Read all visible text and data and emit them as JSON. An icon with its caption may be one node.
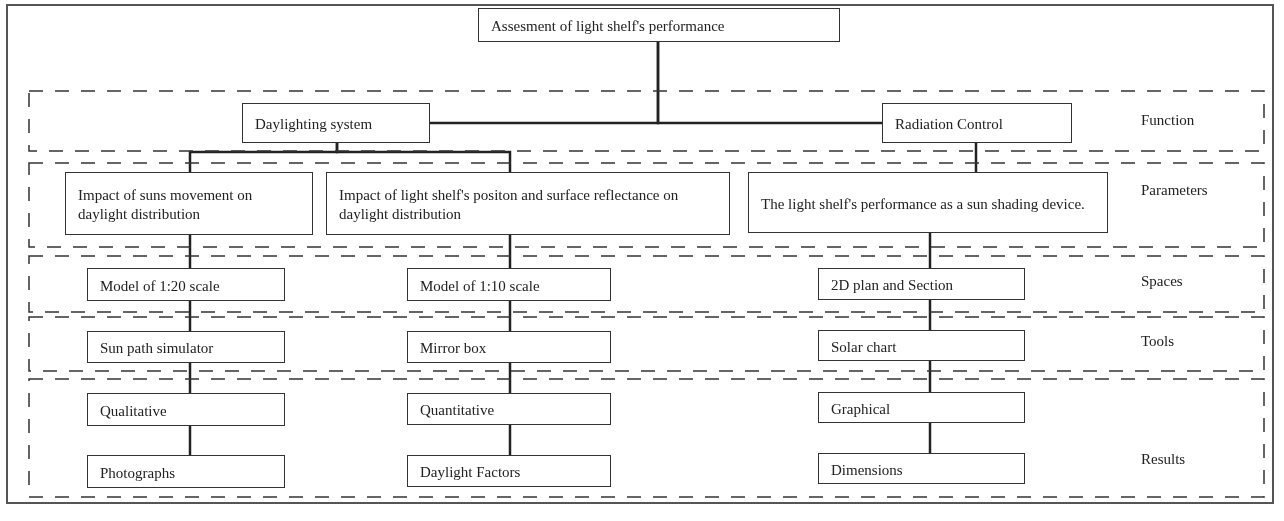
{
  "diagram": {
    "nodes": [
      {
        "text": [
          "Assesment of light shelf's performance"
        ]
      },
      {
        "text": [
          "Function"
        ]
      },
      {
        "text": [
          "Daylighting system"
        ],
        "in": 1
      },
      {
        "text": [
          "Radiation Control"
        ],
        "in": 1
      },
      {
        "text": [
          "Parameters"
        ]
      },
      {
        "text": [
          "Impact of suns movement on daylight distribution"
        ],
        "in": 4
      },
      {
        "text": [
          "Impact of light shelf's positon and surface reflectance on daylight distribution"
        ],
        "in": 4
      },
      {
        "text": [
          "The light shelf's performance as a sun shading device."
        ],
        "in": 4
      },
      {
        "text": [
          "Spaces"
        ]
      },
      {
        "text": [
          "Model of 1:20 scale"
        ],
        "in": 8
      },
      {
        "text": [
          "Model of 1:10 scale"
        ],
        "in": 8
      },
      {
        "text": [
          "2D plan and Section"
        ],
        "in": 8
      },
      {
        "text": [
          "Tools"
        ]
      },
      {
        "text": [
          "Sun path simulator"
        ],
        "in": 12
      },
      {
        "text": [
          "Mirror box"
        ],
        "in": 12
      },
      {
        "text": [
          "Solar chart"
        ],
        "in": 12
      },
      {
        "text": [
          "Results"
        ]
      },
      {
        "text": [
          "Qualitative"
        ],
        "in": 16
      },
      {
        "text": [
          "Quantitative"
        ],
        "in": 16
      },
      {
        "text": [
          "Graphical"
        ],
        "in": 16
      },
      {
        "text": [
          "Photographs"
        ],
        "in": 16
      },
      {
        "text": [
          "Daylight Factors"
        ],
        "in": 16
      },
      {
        "text": [
          "Dimensions"
        ],
        "in": 16
      }
    ],
    "edges": [
      {
        "from": 0,
        "to": 2,
        "arrow": "none"
      },
      {
        "from": 0,
        "to": 3,
        "arrow": "none"
      },
      {
        "from": 2,
        "to": 5,
        "arrow": "none"
      },
      {
        "from": 2,
        "to": 6,
        "arrow": "none"
      },
      {
        "from": 3,
        "to": 7,
        "arrow": "none"
      },
      {
        "from": 5,
        "to": 9,
        "arrow": "none"
      },
      {
        "from": 6,
        "to": 10,
        "arrow": "none"
      },
      {
        "from": 7,
        "to": 11,
        "arrow": "none"
      },
      {
        "from": 9,
        "to": 13,
        "arrow": "none"
      },
      {
        "from": 10,
        "to": 14,
        "arrow": "none"
      },
      {
        "from": 11,
        "to": 15,
        "arrow": "none"
      },
      {
        "from": 13,
        "to": 17,
        "arrow": "none"
      },
      {
        "from": 14,
        "to": 18,
        "arrow": "none"
      },
      {
        "from": 15,
        "to": 19,
        "arrow": "none"
      },
      {
        "from": 17,
        "to": 20,
        "arrow": "none"
      },
      {
        "from": 18,
        "to": 21,
        "arrow": "none"
      },
      {
        "from": 19,
        "to": 22,
        "arrow": "none"
      }
    ]
  }
}
